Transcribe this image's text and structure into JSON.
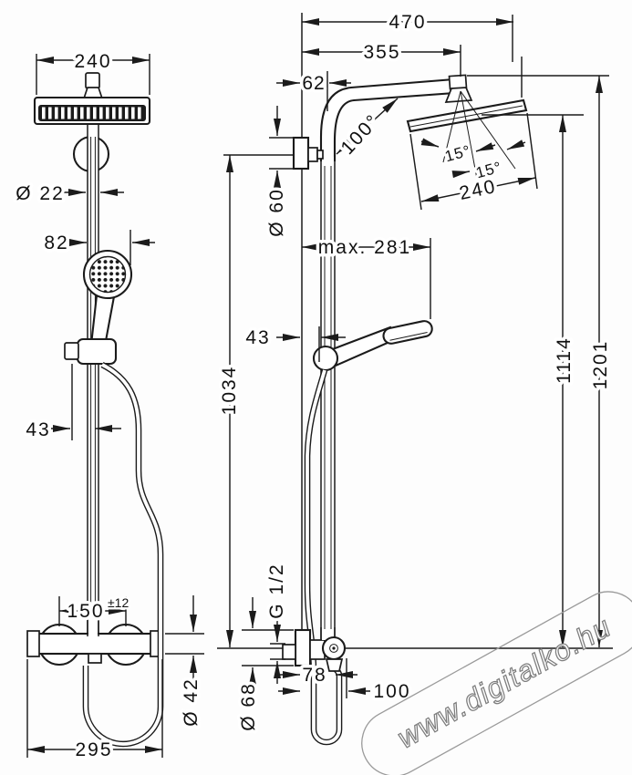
{
  "watermark": {
    "text": "www.digitalko.hu"
  },
  "front_view": {
    "dim_head_width": "240",
    "dim_pipe_diameter": "Ø 22",
    "dim_handshower_offset": "82",
    "dim_holder_depth": "43",
    "dim_valve_centers": "150",
    "dim_valve_centers_tolerance": "±12",
    "dim_valve_body_diameter": "Ø 42",
    "dim_valve_width": "295"
  },
  "side_view": {
    "dim_total_depth": "470",
    "dim_head_center_depth": "355",
    "dim_pipe_wall_offset": "62",
    "dim_arm_angle": "100°",
    "dim_head_tilt_left": "15°",
    "dim_head_tilt_right": "15°",
    "dim_head_size": "240",
    "dim_escutcheon_diameter": "Ø 60",
    "dim_max_reach": "max. 281",
    "dim_holder_wall_offset": "43",
    "dim_rail_height": "1034",
    "dim_height_head": "1114",
    "dim_height_total": "1201",
    "thread_label": "G 1/2",
    "dim_valve_escutcheon_diameter": "Ø 68",
    "dim_hose_outlet_offset": "78",
    "dim_valve_depth": "100"
  }
}
